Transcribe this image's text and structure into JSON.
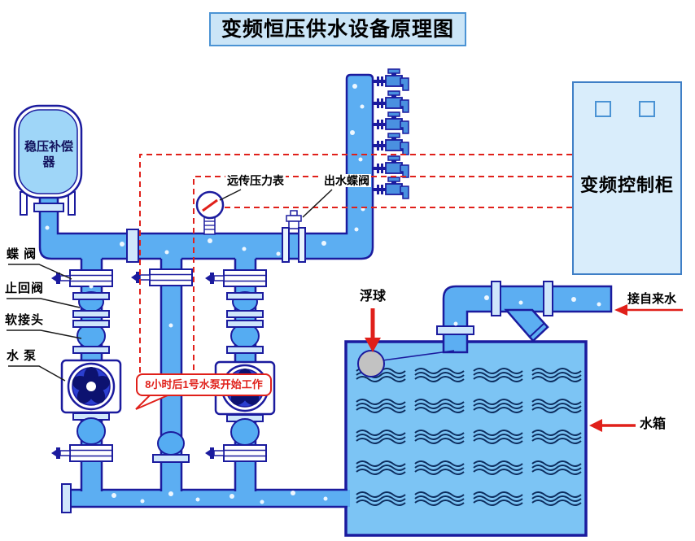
{
  "title": "变频恒压供水设备原理图",
  "labels": {
    "compensator": "稳压补偿器",
    "butterfly_valve": "蝶 阀",
    "check_valve": "止回阀",
    "soft_joint": "软接头",
    "pump": "水 泵",
    "remote_pressure_gauge": "远传压力表",
    "outlet_butterfly_valve": "出水蝶阀",
    "control_cabinet": "变频控制柜",
    "float_ball": "浮球",
    "tap_water_inlet": "接自来水",
    "water_tank": "水箱",
    "pump_start_note": "8小时后1号水泵开始工作"
  },
  "equipment": {
    "riser_tap_count": 6,
    "pump_count": 2,
    "vertical_drop_count": 3,
    "control_signal_line_count": 3
  },
  "colors": {
    "pipe_fill": "#5caef2",
    "pipe_outline": "#1b1b9e",
    "tank_water_fill": "#7cc4f4",
    "compensator_fill": "#9fd6f8",
    "cabinet_fill": "#d9edfb",
    "title_fill": "#cbe5f7",
    "signal_red": "#e0201a",
    "wave_color": "#0d2d5e",
    "float_gray": "#c2c2c2"
  }
}
